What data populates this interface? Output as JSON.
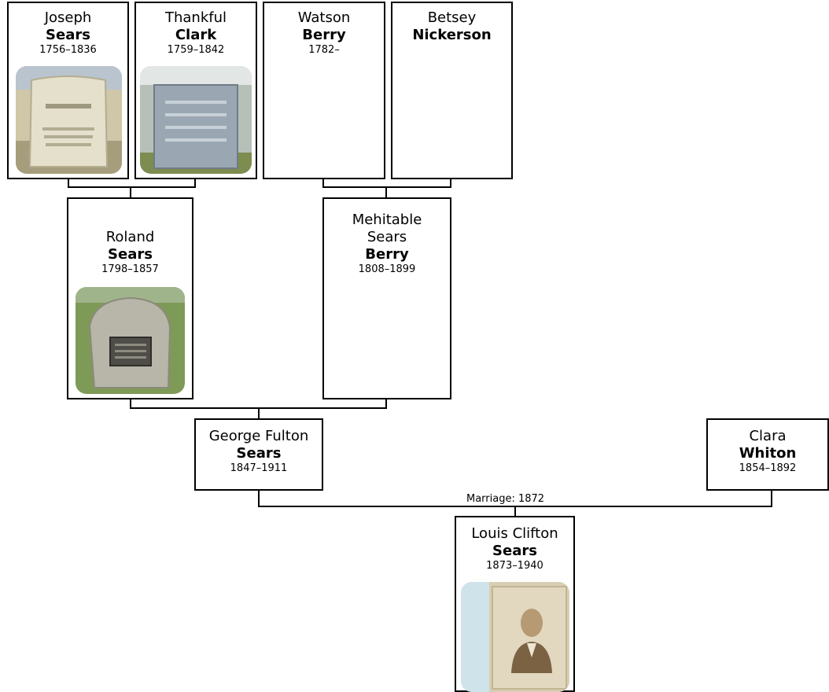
{
  "people": {
    "joseph": {
      "given": "Joseph",
      "surname": "Sears",
      "dates": "1756–1836",
      "photo": "gravestone"
    },
    "thankful": {
      "given": "Thankful",
      "surname": "Clark",
      "dates": "1759–1842",
      "photo": "gravestone"
    },
    "watson": {
      "given": "Watson",
      "surname": "Berry",
      "dates": "1782–"
    },
    "betsey": {
      "given": "Betsey",
      "surname": "Nickerson",
      "dates": ""
    },
    "roland": {
      "given": "Roland",
      "surname": "Sears",
      "dates": "1798–1857",
      "photo": "gravestone"
    },
    "mehitable": {
      "given_line1": "Mehitable",
      "given_line2": "Sears",
      "surname": "Berry",
      "dates": "1808–1899"
    },
    "george": {
      "given": "George Fulton",
      "surname": "Sears",
      "dates": "1847–1911"
    },
    "clara": {
      "given": "Clara",
      "surname": "Whiton",
      "dates": "1854–1892"
    },
    "louis": {
      "given": "Louis Clifton",
      "surname": "Sears",
      "dates": "1873–1940",
      "photo": "portrait"
    }
  },
  "marriage": {
    "label": "Marriage: 1872"
  }
}
